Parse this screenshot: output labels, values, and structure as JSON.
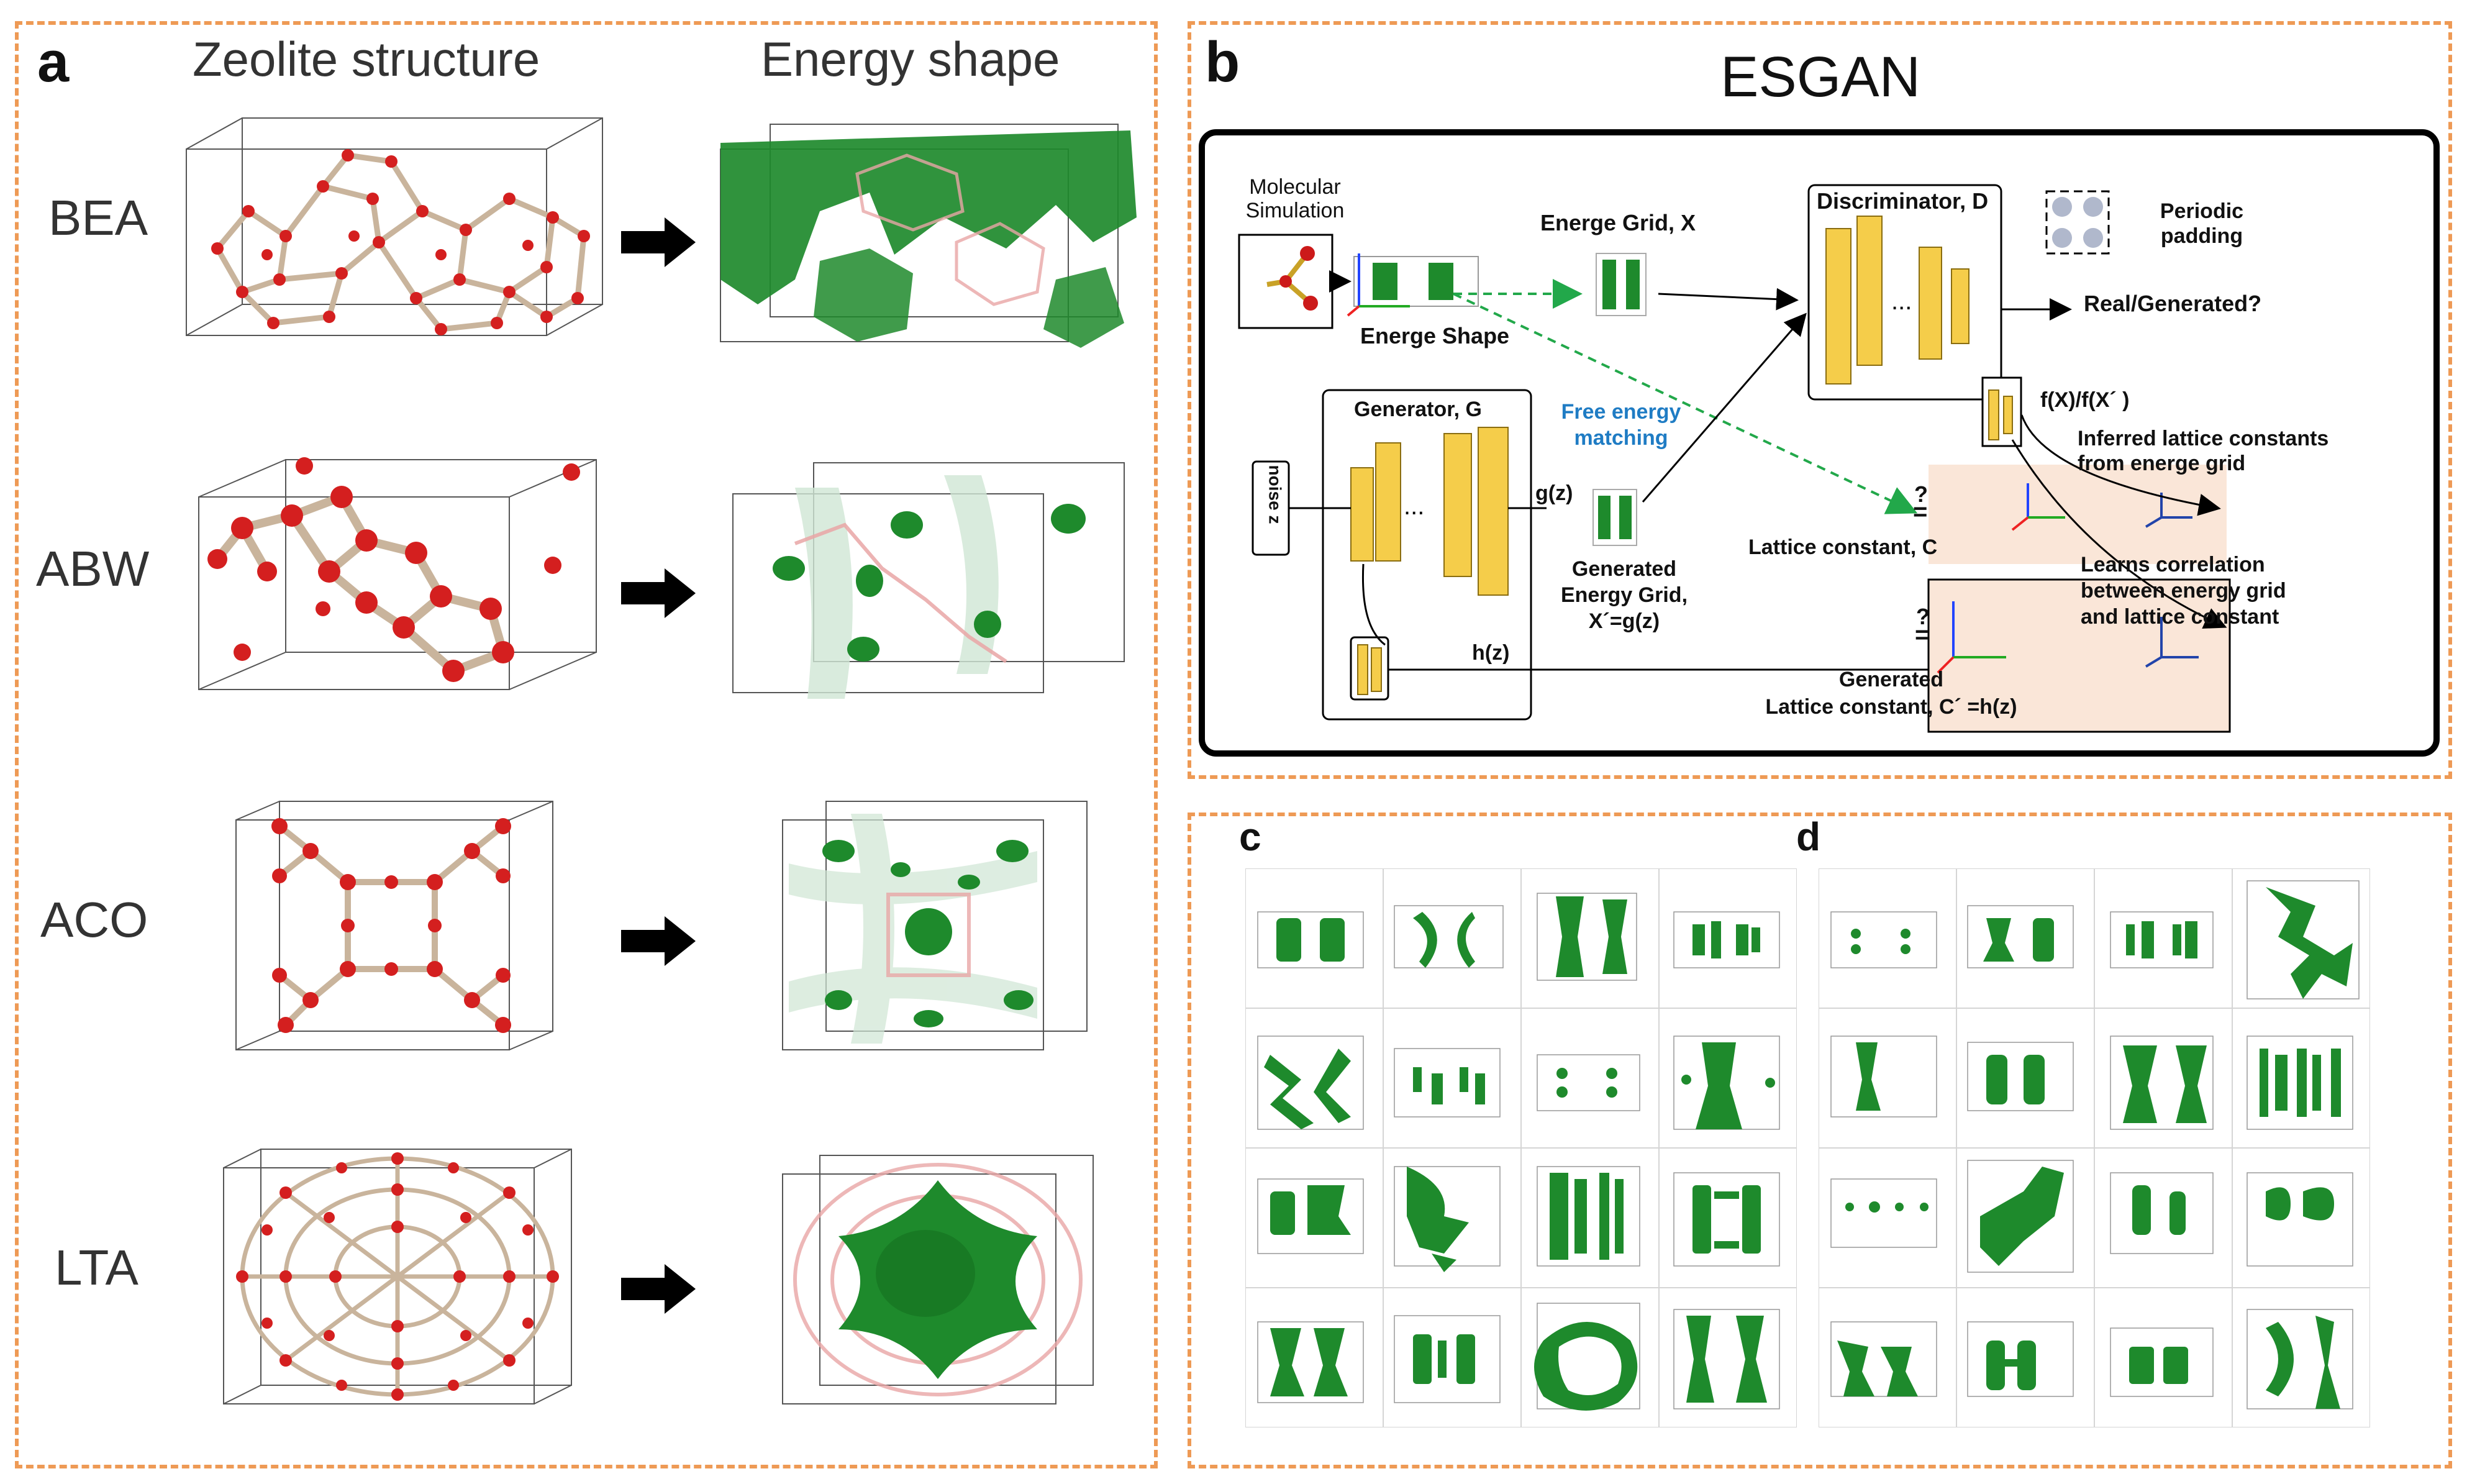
{
  "panels": {
    "a": {
      "label": "a",
      "col_titles": [
        "Zeolite structure",
        "Energy shape"
      ],
      "rows": [
        "BEA",
        "ABW",
        "ACO",
        "LTA"
      ]
    },
    "b": {
      "label": "b",
      "title": "ESGAN",
      "molecular_simulation": "Molecular\nSimulation",
      "energe_shape": "Energe Shape",
      "energe_grid": "Energe Grid, X",
      "discriminator": "Discriminator, D",
      "periodic_padding": "Periodic\npadding",
      "real_generated": "Real/Generated?",
      "fx": "f(X)/f(X´ )",
      "inferred": "Inferred lattice constants\nfrom energe grid",
      "free_energy": "Free energy\nmatching",
      "generator": "Generator, G",
      "noise": "noise z",
      "gz": "g(z)",
      "generated_grid": "Generated\nEnergy Grid,\nX´=g(z)",
      "lattice_c": "Lattice constant, C",
      "question": "?",
      "equals": "=",
      "learns": "Learns correlation\nbetween energy grid\nand lattice constant",
      "hz": "h(z)",
      "generated_lattice": "Generated\nLattice constant, C´ =h(z)"
    },
    "c": {
      "label": "c"
    },
    "d": {
      "label": "d"
    }
  },
  "colors": {
    "panel_border": "#ee9a55",
    "atom_o": "#d41f1f",
    "atom_si": "#c9b49c",
    "energy_green": "#1e8a2c",
    "yellow_block": "#f5cd4a",
    "free_energy_blue": "#1f7cc4",
    "box_fill": "#fae6d8"
  },
  "icons": [
    "right-arrow-icon",
    "dashed-green-arrow-icon",
    "axes-icon"
  ]
}
